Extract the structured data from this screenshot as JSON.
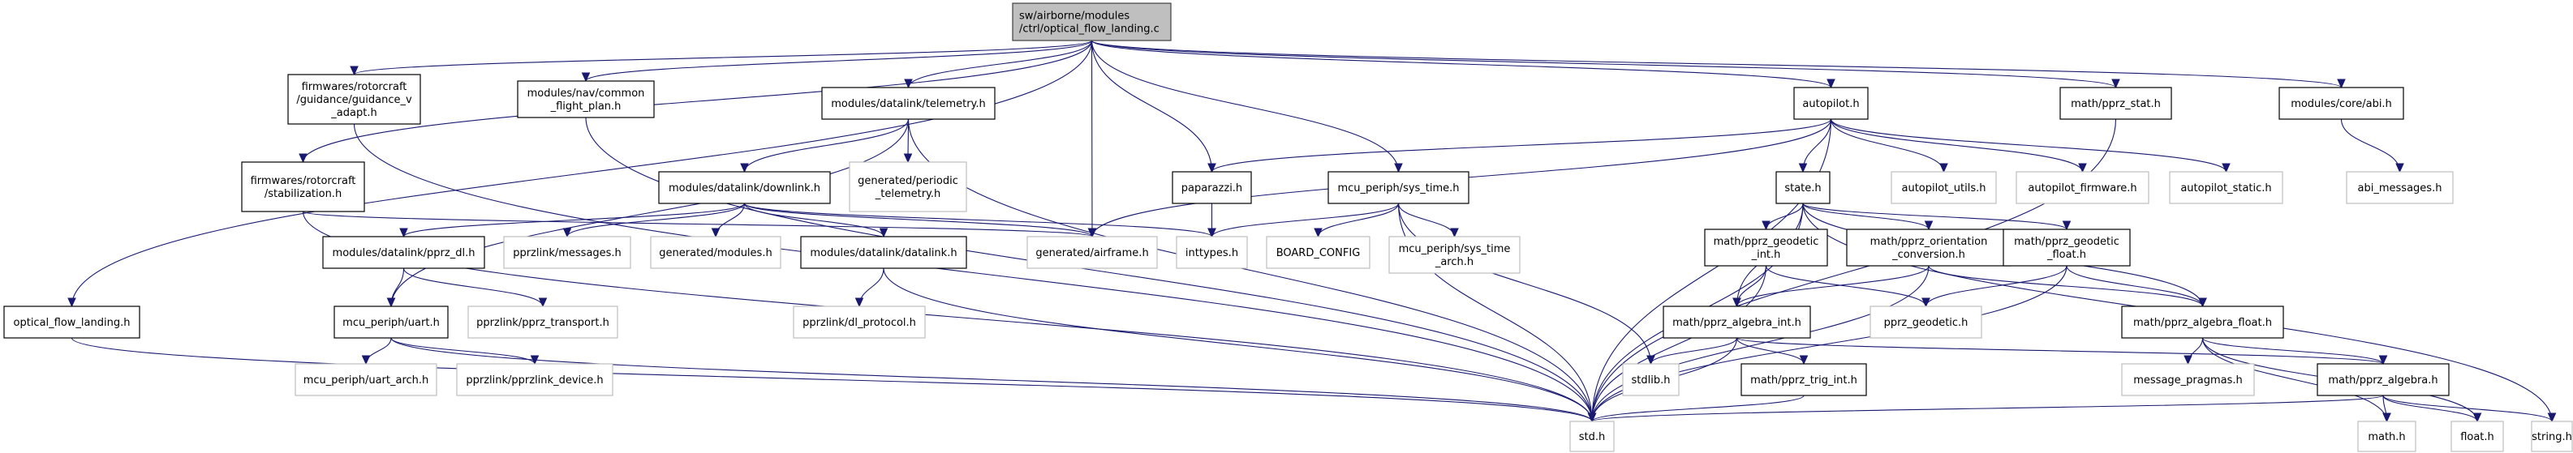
{
  "title": "Include dependency graph for sw/airborne/modules/ctrl/optical_flow_landing.c",
  "colors": {
    "edge": "#191970",
    "root_fill": "#bfbfbf",
    "node_border": "#000000",
    "external_border": "#bfbfbf"
  },
  "nodes": [
    {
      "id": "root",
      "label": [
        "sw/airborne/modules",
        "/ctrl/optical_flow_landing.c"
      ],
      "kind": "root"
    },
    {
      "id": "guidance_v_adapt",
      "label": [
        "firmwares/rotorcraft",
        "/guidance/guidance_v",
        "_adapt.h"
      ],
      "kind": "primary"
    },
    {
      "id": "common_flight_plan",
      "label": [
        "modules/nav/common",
        "_flight_plan.h"
      ],
      "kind": "primary"
    },
    {
      "id": "stabilization",
      "label": [
        "firmwares/rotorcraft",
        "/stabilization.h"
      ],
      "kind": "primary"
    },
    {
      "id": "optical_flow_landing_h",
      "label": [
        "optical_flow_landing.h"
      ],
      "kind": "primary"
    },
    {
      "id": "telemetry",
      "label": [
        "modules/datalink/telemetry.h"
      ],
      "kind": "primary"
    },
    {
      "id": "periodic_telemetry",
      "label": [
        "generated/periodic",
        "_telemetry.h"
      ],
      "kind": "external"
    },
    {
      "id": "downlink",
      "label": [
        "modules/datalink/downlink.h"
      ],
      "kind": "primary"
    },
    {
      "id": "pprz_dl",
      "label": [
        "modules/datalink/pprz_dl.h"
      ],
      "kind": "primary"
    },
    {
      "id": "messages",
      "label": [
        "pprzlink/messages.h"
      ],
      "kind": "external"
    },
    {
      "id": "gen_modules",
      "label": [
        "generated/modules.h"
      ],
      "kind": "external"
    },
    {
      "id": "datalink",
      "label": [
        "modules/datalink/datalink.h"
      ],
      "kind": "primary"
    },
    {
      "id": "airframe",
      "label": [
        "generated/airframe.h"
      ],
      "kind": "external"
    },
    {
      "id": "inttypes",
      "label": [
        "inttypes.h"
      ],
      "kind": "external"
    },
    {
      "id": "board_config",
      "label": [
        "BOARD_CONFIG"
      ],
      "kind": "external"
    },
    {
      "id": "paparazzi",
      "label": [
        "paparazzi.h"
      ],
      "kind": "primary"
    },
    {
      "id": "sys_time",
      "label": [
        "mcu_periph/sys_time.h"
      ],
      "kind": "primary"
    },
    {
      "id": "sys_time_arch",
      "label": [
        "mcu_periph/sys_time",
        "_arch.h"
      ],
      "kind": "external"
    },
    {
      "id": "uart",
      "label": [
        "mcu_periph/uart.h"
      ],
      "kind": "primary"
    },
    {
      "id": "pprz_transport",
      "label": [
        "pprzlink/pprz_transport.h"
      ],
      "kind": "external"
    },
    {
      "id": "uart_arch",
      "label": [
        "mcu_periph/uart_arch.h"
      ],
      "kind": "external"
    },
    {
      "id": "pprzlink_device",
      "label": [
        "pprzlink/pprzlink_device.h"
      ],
      "kind": "external"
    },
    {
      "id": "dl_protocol",
      "label": [
        "pprzlink/dl_protocol.h"
      ],
      "kind": "external"
    },
    {
      "id": "autopilot",
      "label": [
        "autopilot.h"
      ],
      "kind": "primary"
    },
    {
      "id": "state",
      "label": [
        "state.h"
      ],
      "kind": "primary"
    },
    {
      "id": "autopilot_utils",
      "label": [
        "autopilot_utils.h"
      ],
      "kind": "external"
    },
    {
      "id": "autopilot_firmware",
      "label": [
        "autopilot_firmware.h"
      ],
      "kind": "external"
    },
    {
      "id": "autopilot_static",
      "label": [
        "autopilot_static.h"
      ],
      "kind": "external"
    },
    {
      "id": "pprz_stat",
      "label": [
        "math/pprz_stat.h"
      ],
      "kind": "primary"
    },
    {
      "id": "abi",
      "label": [
        "modules/core/abi.h"
      ],
      "kind": "primary"
    },
    {
      "id": "abi_messages",
      "label": [
        "abi_messages.h"
      ],
      "kind": "external"
    },
    {
      "id": "geodetic_int",
      "label": [
        "math/pprz_geodetic",
        "_int.h"
      ],
      "kind": "primary"
    },
    {
      "id": "orientation_conversion",
      "label": [
        "math/pprz_orientation",
        "_conversion.h"
      ],
      "kind": "primary"
    },
    {
      "id": "geodetic_float",
      "label": [
        "math/pprz_geodetic",
        "_float.h"
      ],
      "kind": "primary"
    },
    {
      "id": "algebra_int",
      "label": [
        "math/pprz_algebra_int.h"
      ],
      "kind": "primary"
    },
    {
      "id": "pprz_geodetic",
      "label": [
        "pprz_geodetic.h"
      ],
      "kind": "external"
    },
    {
      "id": "algebra_float",
      "label": [
        "math/pprz_algebra_float.h"
      ],
      "kind": "primary"
    },
    {
      "id": "stdlib",
      "label": [
        "stdlib.h"
      ],
      "kind": "external"
    },
    {
      "id": "trig_int",
      "label": [
        "math/pprz_trig_int.h"
      ],
      "kind": "primary"
    },
    {
      "id": "message_pragmas",
      "label": [
        "message_pragmas.h"
      ],
      "kind": "external"
    },
    {
      "id": "pprz_algebra",
      "label": [
        "math/pprz_algebra.h"
      ],
      "kind": "primary"
    },
    {
      "id": "std",
      "label": [
        "std.h"
      ],
      "kind": "external"
    },
    {
      "id": "math",
      "label": [
        "math.h"
      ],
      "kind": "external"
    },
    {
      "id": "float",
      "label": [
        "float.h"
      ],
      "kind": "external"
    },
    {
      "id": "string",
      "label": [
        "string.h"
      ],
      "kind": "external"
    }
  ],
  "edges": [
    [
      "root",
      "guidance_v_adapt"
    ],
    [
      "root",
      "common_flight_plan"
    ],
    [
      "root",
      "stabilization"
    ],
    [
      "root",
      "optical_flow_landing_h"
    ],
    [
      "root",
      "telemetry"
    ],
    [
      "root",
      "airframe"
    ],
    [
      "root",
      "paparazzi"
    ],
    [
      "root",
      "sys_time"
    ],
    [
      "root",
      "autopilot"
    ],
    [
      "root",
      "pprz_stat"
    ],
    [
      "root",
      "abi"
    ],
    [
      "guidance_v_adapt",
      "std"
    ],
    [
      "common_flight_plan",
      "std"
    ],
    [
      "stabilization",
      "airframe"
    ],
    [
      "stabilization",
      "std"
    ],
    [
      "optical_flow_landing_h",
      "std"
    ],
    [
      "telemetry",
      "downlink"
    ],
    [
      "telemetry",
      "periodic_telemetry"
    ],
    [
      "telemetry",
      "uart"
    ],
    [
      "telemetry",
      "std"
    ],
    [
      "downlink",
      "pprz_dl"
    ],
    [
      "downlink",
      "messages"
    ],
    [
      "downlink",
      "gen_modules"
    ],
    [
      "downlink",
      "datalink"
    ],
    [
      "downlink",
      "airframe"
    ],
    [
      "downlink",
      "inttypes"
    ],
    [
      "pprz_dl",
      "uart"
    ],
    [
      "pprz_dl",
      "pprz_transport"
    ],
    [
      "uart",
      "uart_arch"
    ],
    [
      "uart",
      "pprzlink_device"
    ],
    [
      "uart",
      "std"
    ],
    [
      "datalink",
      "dl_protocol"
    ],
    [
      "datalink",
      "std"
    ],
    [
      "paparazzi",
      "inttypes"
    ],
    [
      "sys_time",
      "inttypes"
    ],
    [
      "sys_time",
      "board_config"
    ],
    [
      "sys_time",
      "sys_time_arch"
    ],
    [
      "sys_time",
      "stdlib"
    ],
    [
      "sys_time",
      "std"
    ],
    [
      "autopilot",
      "paparazzi"
    ],
    [
      "autopilot",
      "airframe"
    ],
    [
      "autopilot",
      "state"
    ],
    [
      "autopilot",
      "autopilot_utils"
    ],
    [
      "autopilot",
      "autopilot_firmware"
    ],
    [
      "autopilot",
      "autopilot_static"
    ],
    [
      "autopilot",
      "std"
    ],
    [
      "abi",
      "abi_messages"
    ],
    [
      "pprz_stat",
      "std"
    ],
    [
      "state",
      "geodetic_int"
    ],
    [
      "state",
      "orientation_conversion"
    ],
    [
      "state",
      "geodetic_float"
    ],
    [
      "state",
      "algebra_int"
    ],
    [
      "state",
      "algebra_float"
    ],
    [
      "state",
      "std"
    ],
    [
      "state",
      "string"
    ],
    [
      "geodetic_int",
      "algebra_int"
    ],
    [
      "geodetic_int",
      "pprz_geodetic"
    ],
    [
      "geodetic_int",
      "std"
    ],
    [
      "orientation_conversion",
      "algebra_int"
    ],
    [
      "orientation_conversion",
      "algebra_float"
    ],
    [
      "orientation_conversion",
      "std"
    ],
    [
      "geodetic_float",
      "pprz_geodetic"
    ],
    [
      "geodetic_float",
      "algebra_float"
    ],
    [
      "geodetic_float",
      "std"
    ],
    [
      "algebra_int",
      "stdlib"
    ],
    [
      "algebra_int",
      "trig_int"
    ],
    [
      "algebra_int",
      "pprz_algebra"
    ],
    [
      "algebra_int",
      "std"
    ],
    [
      "trig_int",
      "std"
    ],
    [
      "algebra_float",
      "message_pragmas"
    ],
    [
      "algebra_float",
      "pprz_algebra"
    ],
    [
      "algebra_float",
      "math"
    ],
    [
      "algebra_float",
      "float"
    ],
    [
      "pprz_algebra",
      "math"
    ],
    [
      "pprz_algebra",
      "float"
    ],
    [
      "pprz_algebra",
      "string"
    ],
    [
      "pprz_algebra",
      "std"
    ]
  ]
}
